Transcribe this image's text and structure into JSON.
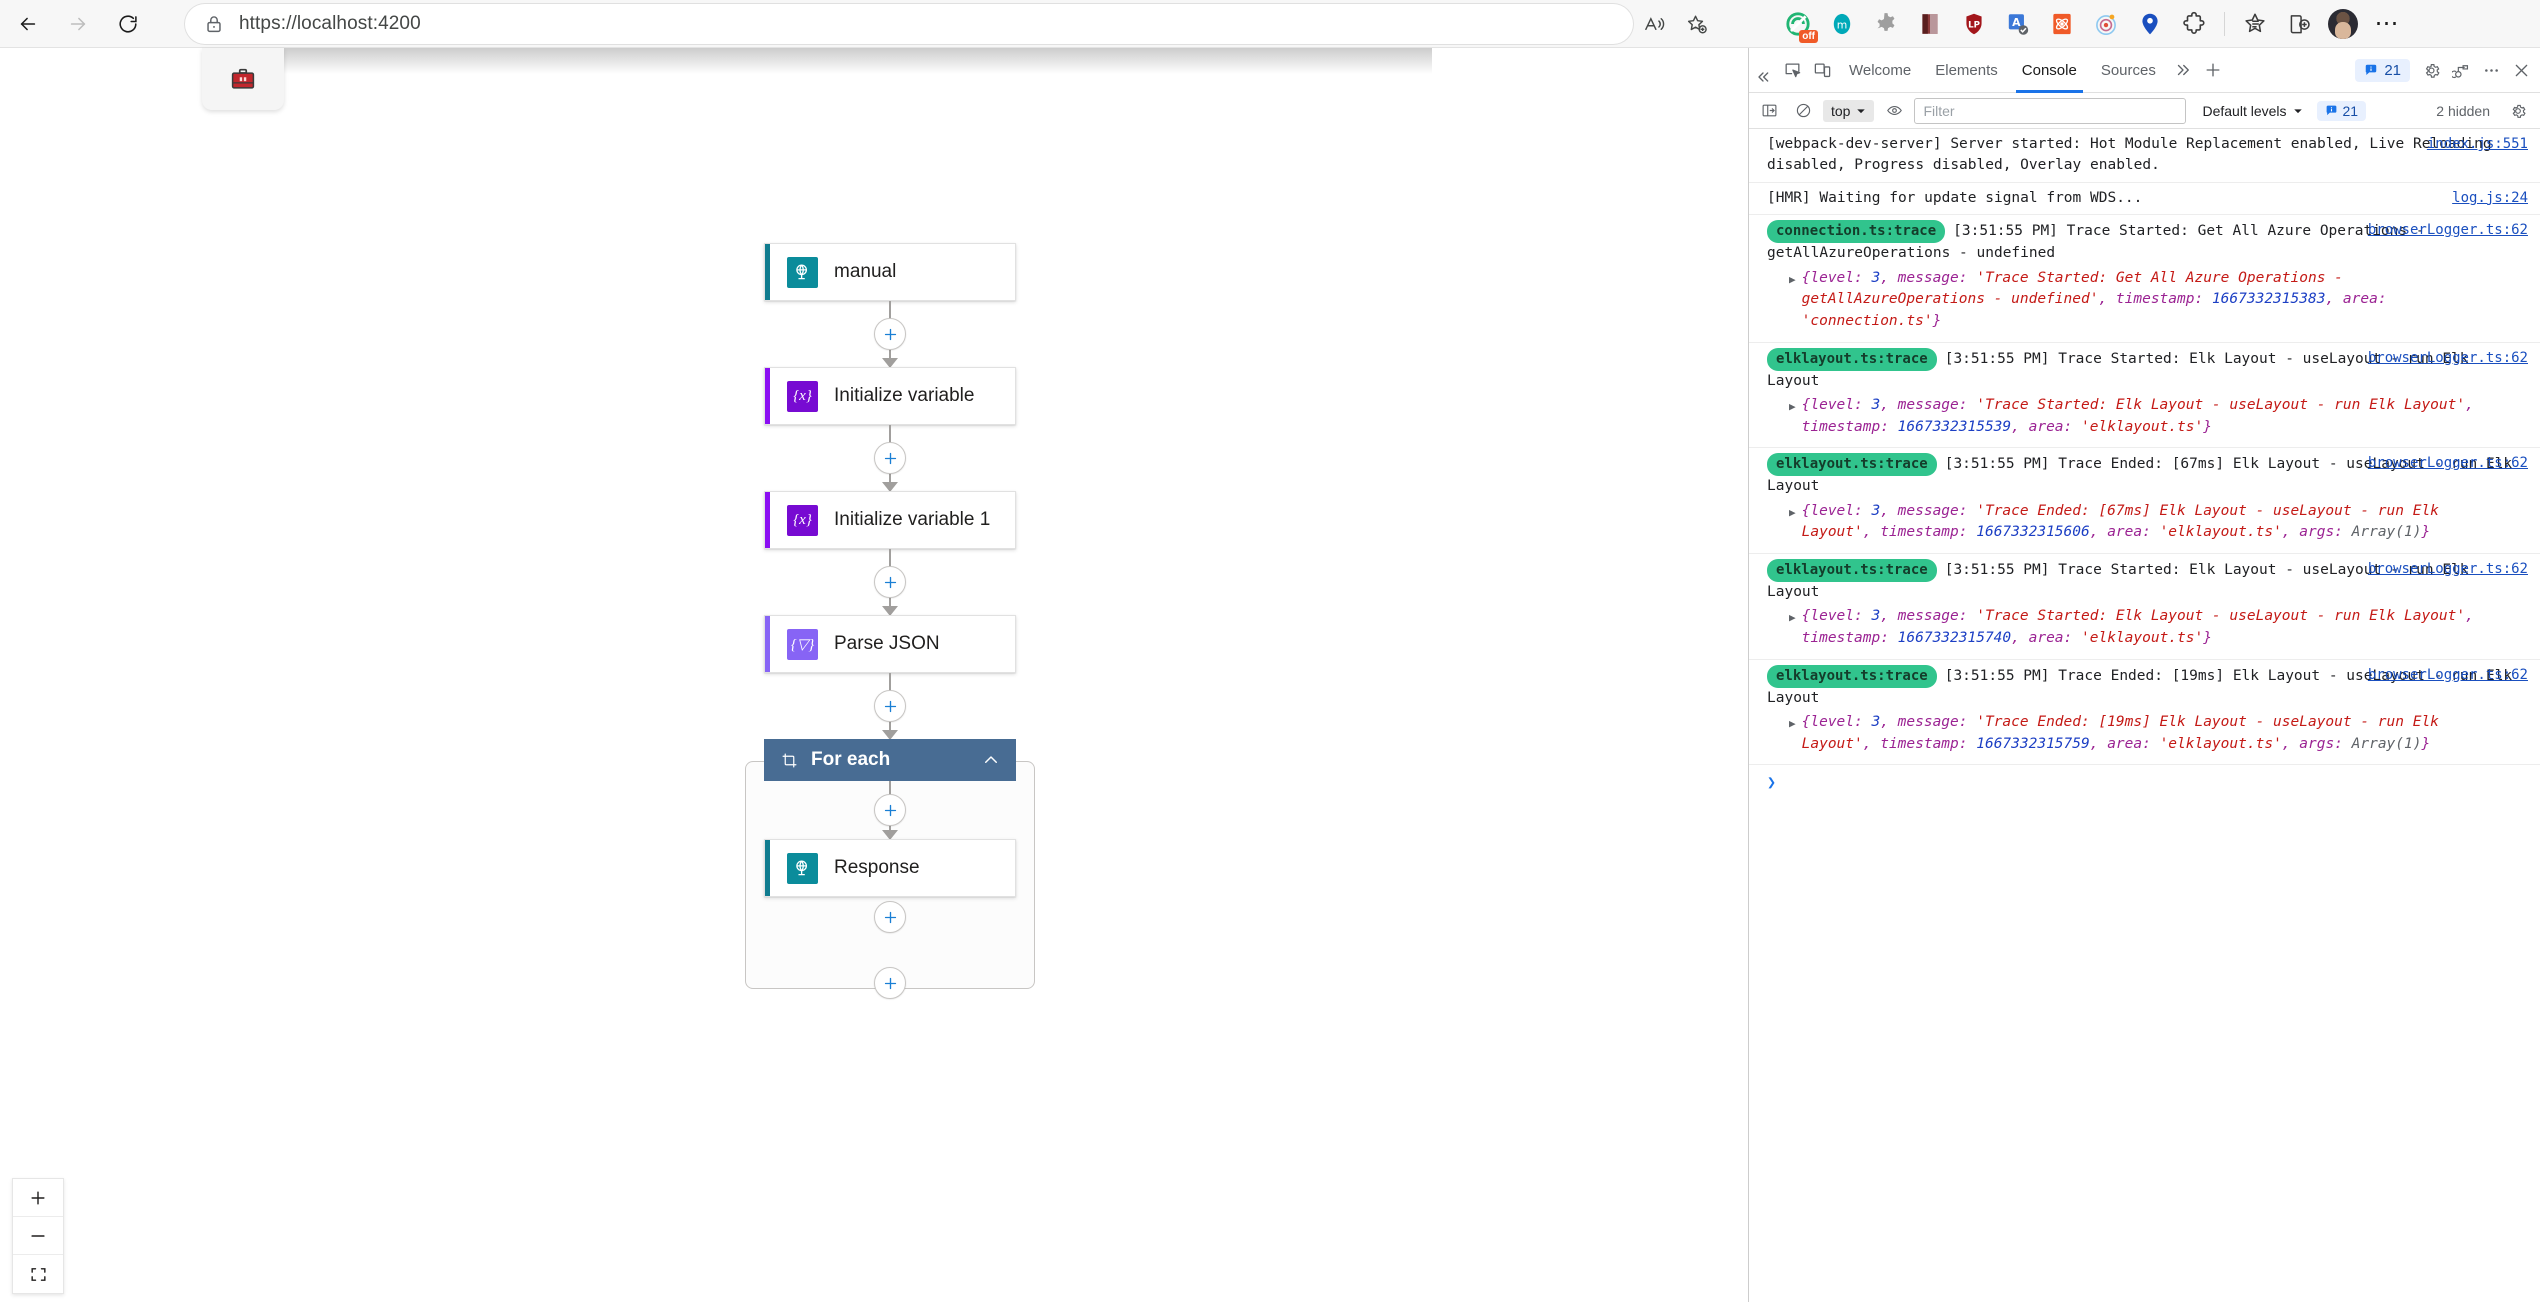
{
  "browser": {
    "back_icon": "back-arrow-icon",
    "forward_icon": "forward-arrow-icon",
    "reload_icon": "reload-icon",
    "url": "https://localhost:4200",
    "url_scheme": "https://",
    "url_host": "localhost:4200",
    "lock_icon": "lock-icon",
    "read_aloud_icon": "read-aloud-icon",
    "favorite_icon": "add-favorite-icon",
    "settings_icon": "more-options-icon",
    "extensions": [
      {
        "name": "adblock-extension",
        "badge": "off"
      },
      {
        "name": "metamask-extension",
        "badge": ""
      },
      {
        "name": "gear-extension",
        "badge": ""
      },
      {
        "name": "image-extension",
        "badge": ""
      },
      {
        "name": "lastpass-extension",
        "badge": ""
      },
      {
        "name": "grammar-extension",
        "badge": ""
      },
      {
        "name": "atom-extension",
        "badge": ""
      },
      {
        "name": "target-extension",
        "badge": ""
      },
      {
        "name": "location-heart-extension",
        "badge": ""
      },
      {
        "name": "puzzle-extensions-icon",
        "badge": ""
      },
      {
        "name": "collections-icon",
        "badge": ""
      },
      {
        "name": "split-screen-icon",
        "badge": ""
      }
    ],
    "flyout_icon": "briefcase-icon",
    "more_label": "⋯"
  },
  "designer": {
    "nodes": [
      {
        "id": "manual",
        "label": "manual",
        "icon_name": "http-request-trigger-icon",
        "icon_color": "#0b8c9b",
        "accent_color": "#107c8f",
        "type": "trigger"
      },
      {
        "id": "initialize-variable",
        "label": "Initialize variable",
        "icon_name": "variable-icon",
        "icon_glyph": "{x}",
        "icon_color": "#770bd2",
        "accent_color": "#8b0ef2",
        "type": "action"
      },
      {
        "id": "initialize-variable-1",
        "label": "Initialize variable 1",
        "icon_name": "variable-icon",
        "icon_glyph": "{x}",
        "icon_color": "#770bd2",
        "accent_color": "#8b0ef2",
        "type": "action"
      },
      {
        "id": "parse-json",
        "label": "Parse JSON",
        "icon_name": "parse-json-icon",
        "icon_glyph": "{▽}",
        "icon_color": "#8764f5",
        "accent_color": "#8764f5",
        "type": "action"
      }
    ],
    "scope": {
      "id": "for-each",
      "label": "For each",
      "icon_name": "foreach-loop-icon",
      "header_color": "#486c93",
      "collapse_icon": "chevron-up-icon",
      "children": [
        {
          "id": "response",
          "label": "Response",
          "icon_name": "http-response-icon",
          "icon_color": "#0b8c9b",
          "accent_color": "#107c8f",
          "type": "action"
        }
      ]
    },
    "add_button_icon": "plus-icon",
    "zoom_controls": [
      {
        "name": "zoom-in-button",
        "icon": "plus-icon"
      },
      {
        "name": "zoom-out-button",
        "icon": "minus-icon"
      },
      {
        "name": "fit-to-screen-button",
        "icon": "fit-screen-icon"
      }
    ]
  },
  "devtools": {
    "collapse_icon": "double-chevron-left-icon",
    "inspect_icon": "inspect-element-icon",
    "device_icon": "device-toolbar-icon",
    "tabs": [
      {
        "label": "Welcome",
        "active": false
      },
      {
        "label": "Elements",
        "active": false
      },
      {
        "label": "Console",
        "active": true
      },
      {
        "label": "Sources",
        "active": false
      }
    ],
    "more_tabs_icon": "chevron-double-right-icon",
    "add_tab_icon": "plus-icon",
    "issues_count": "21",
    "issues_icon": "info-bubble-icon",
    "settings_icon": "gear-icon",
    "devices_icon": "devices-icon",
    "more_icon": "more-vertical-icon",
    "close_icon": "close-icon",
    "toolbar": {
      "sidebar_icon": "console-sidebar-icon",
      "clear_icon": "clear-console-icon",
      "context": "top",
      "context_chevron": "chevron-down-icon",
      "eye_icon": "live-expression-icon",
      "filter_placeholder": "Filter",
      "filter_value": "",
      "levels_label": "Default levels",
      "levels_chevron": "chevron-down-icon",
      "issues_badge": "21",
      "issues_badge_icon": "info-bubble-icon",
      "hidden_label": "2 hidden",
      "settings_icon": "gear-icon"
    },
    "console_prompt": "❯",
    "messages": [
      {
        "kind": "plain",
        "text": "[webpack-dev-server] Server started: Hot Module Replacement enabled, Live Reloading disabled, Progress disabled, Overlay enabled.",
        "source": "index.js:551"
      },
      {
        "kind": "plain",
        "text": "[HMR] Waiting for update signal from WDS...",
        "source": "log.js:24"
      },
      {
        "kind": "trace",
        "tag": "connection.ts:trace",
        "time": "[3:51:55 PM]",
        "text": "Trace Started: Get All Azure Operations - getAllAzureOperations - undefined",
        "source": "browserLogger.ts:62",
        "object": "{level: 3, message: 'Trace Started: Get All Azure Operations - getAllAzureOperations - undefined', timestamp: 1667332315383, area: 'connection.ts'}",
        "object_parts": [
          {
            "t": "{level: ",
            "c": "k"
          },
          {
            "t": "3",
            "c": "n"
          },
          {
            "t": ", message: ",
            "c": "k"
          },
          {
            "t": "'Trace Started: Get All Azure Operations - getAllAzureOperations - undefined'",
            "c": "s"
          },
          {
            "t": ", timestamp: ",
            "c": "k"
          },
          {
            "t": "1667332315383",
            "c": "n"
          },
          {
            "t": ", area: ",
            "c": "k"
          },
          {
            "t": "'connection.ts'",
            "c": "s"
          },
          {
            "t": "}",
            "c": "k"
          }
        ]
      },
      {
        "kind": "trace",
        "tag": "elklayout.ts:trace",
        "time": "[3:51:55 PM]",
        "text": "Trace Started: Elk Layout - useLayout - run Elk Layout",
        "source": "browserLogger.ts:62",
        "object": "{level: 3, message: 'Trace Started: Elk Layout - useLayout - run Elk Layout', timestamp: 1667332315539, area: 'elklayout.ts'}",
        "object_parts": [
          {
            "t": "{level: ",
            "c": "k"
          },
          {
            "t": "3",
            "c": "n"
          },
          {
            "t": ", message: ",
            "c": "k"
          },
          {
            "t": "'Trace Started: Elk Layout - useLayout - run Elk Layout'",
            "c": "s"
          },
          {
            "t": ", timestamp: ",
            "c": "k"
          },
          {
            "t": "1667332315539",
            "c": "n"
          },
          {
            "t": ", area: ",
            "c": "k"
          },
          {
            "t": "'elklayout.ts'",
            "c": "s"
          },
          {
            "t": "}",
            "c": "k"
          }
        ]
      },
      {
        "kind": "trace",
        "tag": "elklayout.ts:trace",
        "time": "[3:51:55 PM]",
        "text": "Trace Ended: [67ms]  Elk Layout - useLayout - run Elk Layout",
        "source": "browserLogger.ts:62",
        "object": "{level: 3, message: 'Trace Ended: [67ms]  Elk Layout - useLayout - run Elk Layout', timestamp: 1667332315606, area: 'elklayout.ts', args: Array(1)}",
        "object_parts": [
          {
            "t": "{level: ",
            "c": "k"
          },
          {
            "t": "3",
            "c": "n"
          },
          {
            "t": ", message: ",
            "c": "k"
          },
          {
            "t": "'Trace Ended: [67ms]  Elk Layout - useLayout - run Elk Layout'",
            "c": "s"
          },
          {
            "t": ", timestamp: ",
            "c": "k"
          },
          {
            "t": "1667332315606",
            "c": "n"
          },
          {
            "t": ", area: ",
            "c": "k"
          },
          {
            "t": "'elklayout.ts'",
            "c": "s"
          },
          {
            "t": ", args: ",
            "c": "k"
          },
          {
            "t": "Array(1)",
            "c": "g"
          },
          {
            "t": "}",
            "c": "k"
          }
        ]
      },
      {
        "kind": "trace",
        "tag": "elklayout.ts:trace",
        "time": "[3:51:55 PM]",
        "text": "Trace Started: Elk Layout - useLayout - run Elk Layout",
        "source": "browserLogger.ts:62",
        "object": "{level: 3, message: 'Trace Started: Elk Layout - useLayout - run Elk Layout', timestamp: 1667332315740, area: 'elklayout.ts'}",
        "object_parts": [
          {
            "t": "{level: ",
            "c": "k"
          },
          {
            "t": "3",
            "c": "n"
          },
          {
            "t": ", message: ",
            "c": "k"
          },
          {
            "t": "'Trace Started: Elk Layout - useLayout - run Elk Layout'",
            "c": "s"
          },
          {
            "t": ", timestamp: ",
            "c": "k"
          },
          {
            "t": "1667332315740",
            "c": "n"
          },
          {
            "t": ", area: ",
            "c": "k"
          },
          {
            "t": "'elklayout.ts'",
            "c": "s"
          },
          {
            "t": "}",
            "c": "k"
          }
        ]
      },
      {
        "kind": "trace",
        "tag": "elklayout.ts:trace",
        "time": "[3:51:55 PM]",
        "text": "Trace Ended: [19ms]  Elk Layout - useLayout - run Elk Layout",
        "source": "browserLogger.ts:62",
        "object": "{level: 3, message: 'Trace Ended: [19ms]  Elk Layout - useLayout - run Elk Layout', timestamp: 1667332315759, area: 'elklayout.ts', args: Array(1)}",
        "object_parts": [
          {
            "t": "{level: ",
            "c": "k"
          },
          {
            "t": "3",
            "c": "n"
          },
          {
            "t": ", message: ",
            "c": "k"
          },
          {
            "t": "'Trace Ended: [19ms]  Elk Layout - useLayout - run Elk Layout'",
            "c": "s"
          },
          {
            "t": ", timestamp: ",
            "c": "k"
          },
          {
            "t": "1667332315759",
            "c": "n"
          },
          {
            "t": ", area: ",
            "c": "k"
          },
          {
            "t": "'elklayout.ts'",
            "c": "s"
          },
          {
            "t": ", args: ",
            "c": "k"
          },
          {
            "t": "Array(1)",
            "c": "g"
          },
          {
            "t": "}",
            "c": "k"
          }
        ]
      }
    ]
  }
}
